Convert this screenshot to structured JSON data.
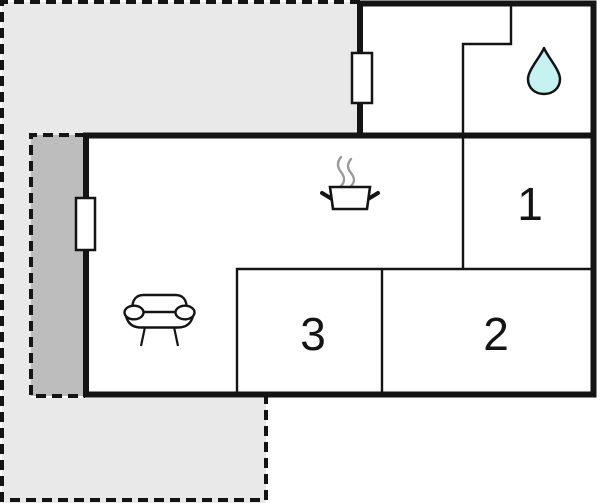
{
  "plan_title": "apartment-floor-plan",
  "rooms": {
    "room1": {
      "label": "1"
    },
    "room2": {
      "label": "2"
    },
    "room3": {
      "label": "3"
    }
  },
  "icons": {
    "bathroom": "water-drop-icon",
    "kitchen": "cooking-pot-icon",
    "living_room": "sofa-icon",
    "windows": "window-icon"
  },
  "colors": {
    "wall": "#141414",
    "floor": "#ffffff",
    "terrace_light": "#e9e9e9",
    "terrace_dark": "#bdbdbd",
    "water_drop_fill": "#c5f3f1",
    "steam": "#9a9a9a"
  }
}
